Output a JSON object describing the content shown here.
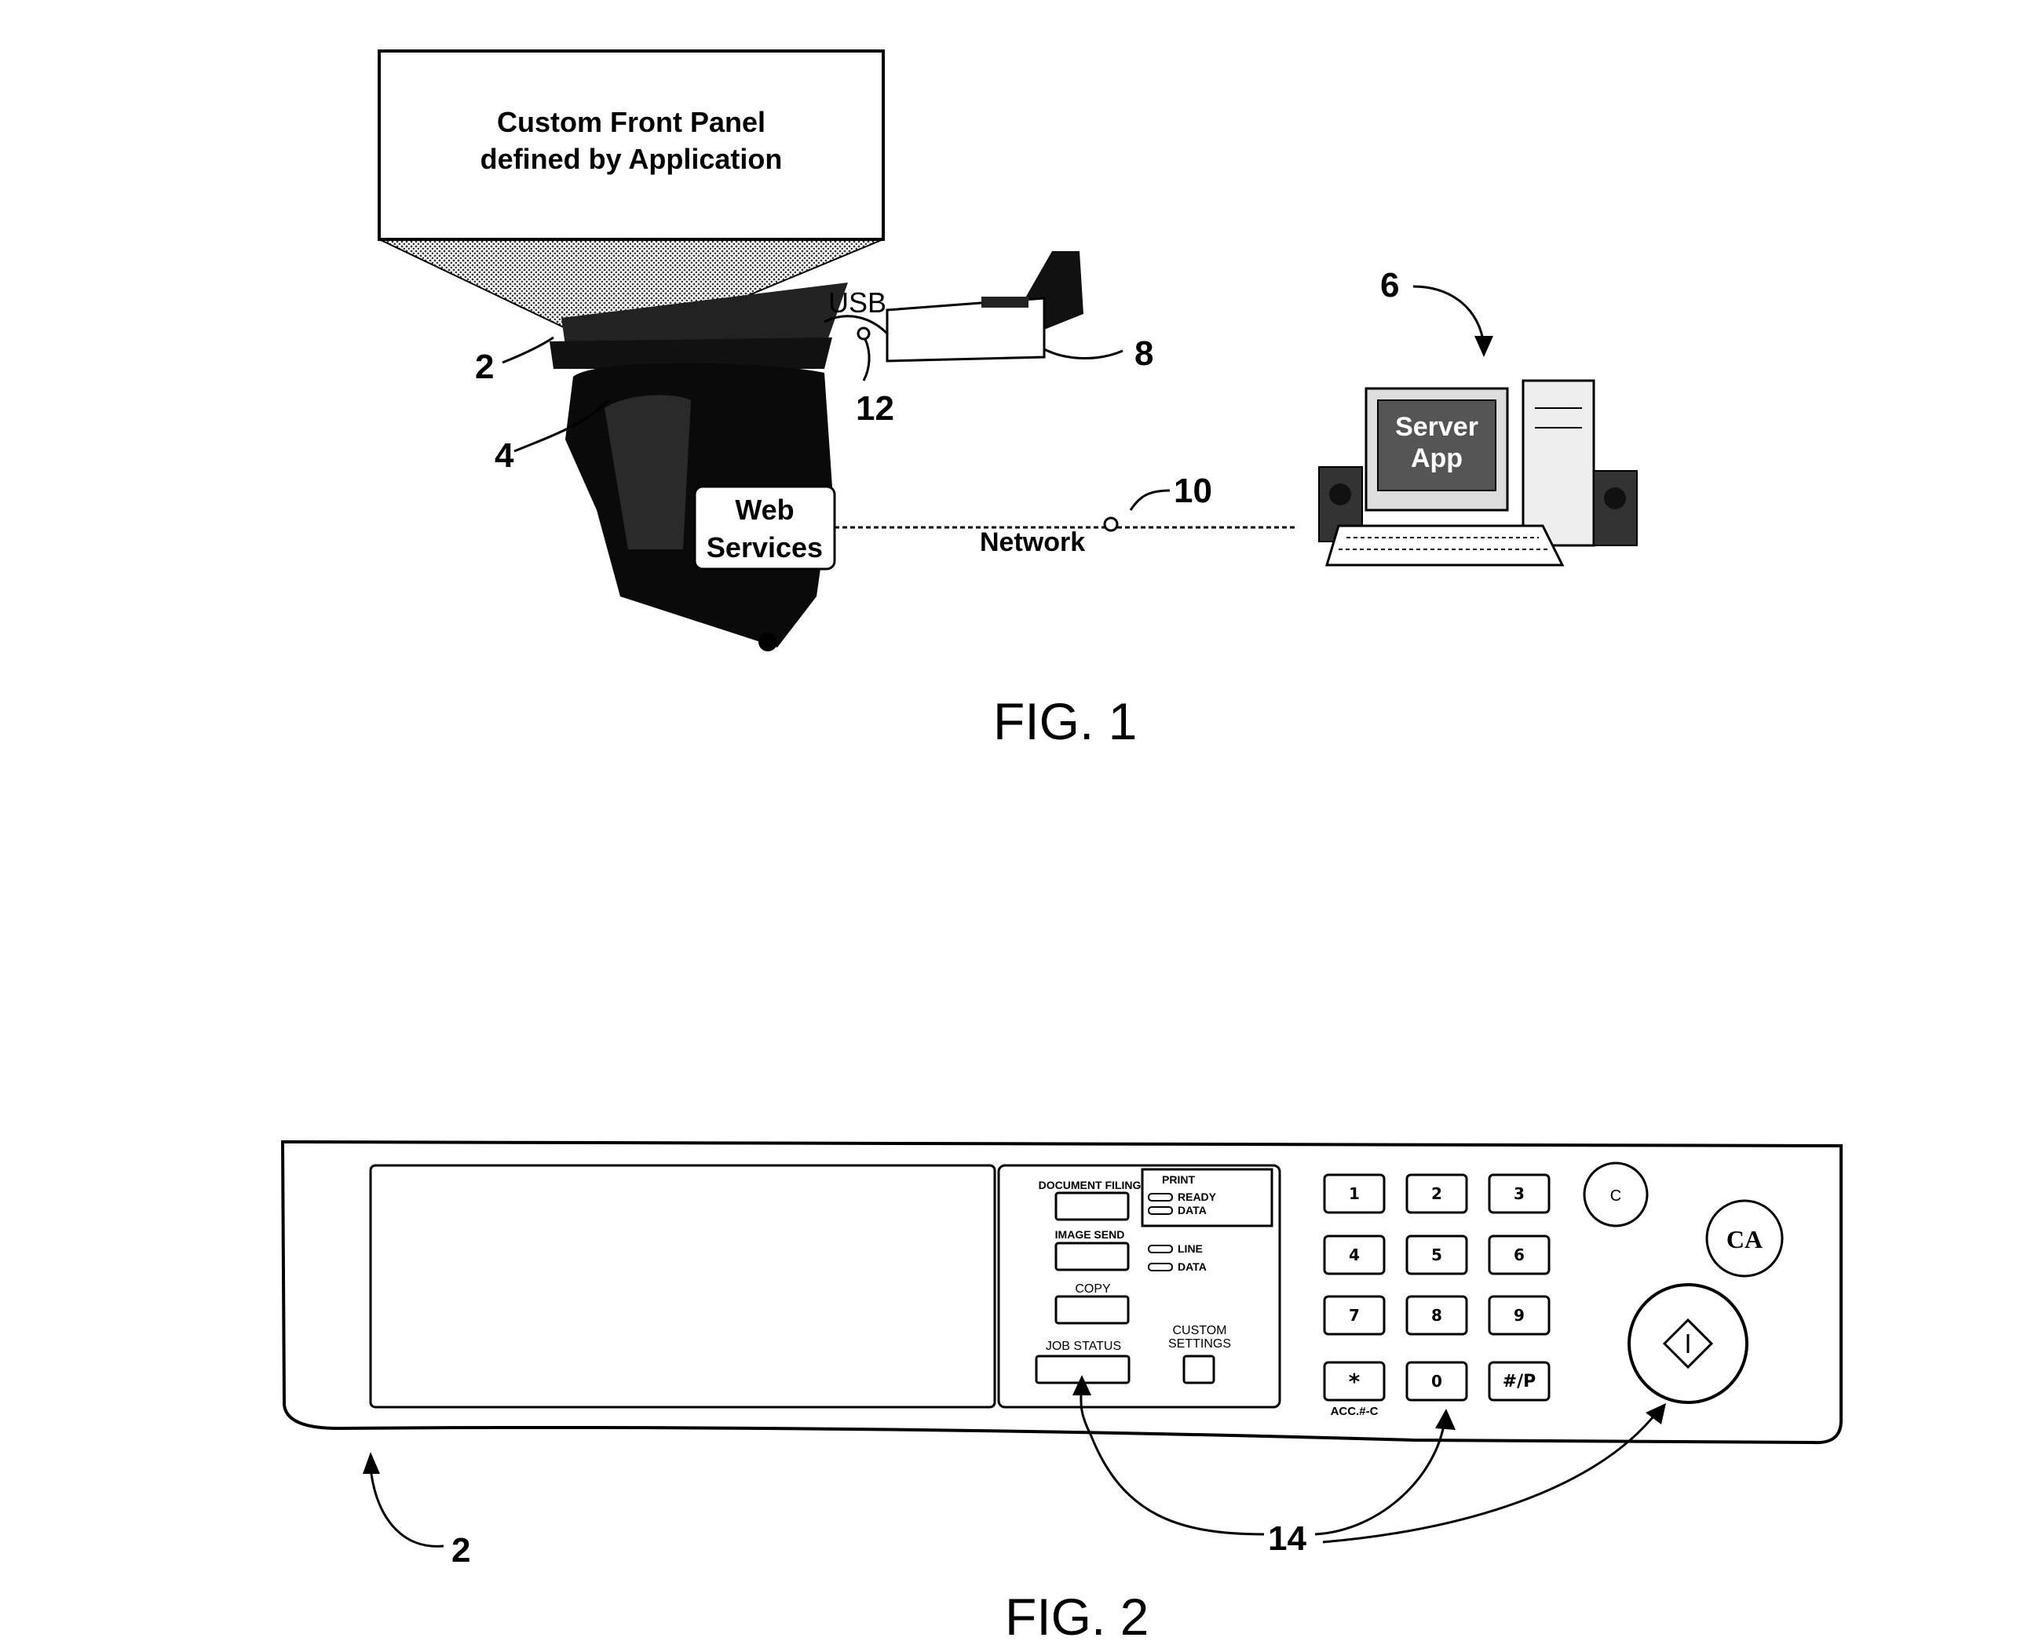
{
  "fig1": {
    "custom_panel": {
      "line1": "Custom Front Panel",
      "line2": "defined by Application"
    },
    "usb_label": "USB",
    "web_services": {
      "line1": "Web",
      "line2": "Services"
    },
    "network_label": "Network",
    "server_app": {
      "line1": "Server",
      "line2": "App"
    },
    "refs": {
      "panel": "2",
      "mfp": "4",
      "server": "6",
      "usb_device": "8",
      "network": "10",
      "usb_port": "12"
    },
    "caption": "FIG. 1"
  },
  "fig2": {
    "buttons": {
      "document_filing": "DOCUMENT FILING",
      "image_send": "IMAGE SEND",
      "copy": "COPY",
      "job_status": "JOB STATUS",
      "custom_settings_1": "CUSTOM",
      "custom_settings_2": "SETTINGS"
    },
    "print_box": {
      "title": "PRINT",
      "ready": "READY",
      "data": "DATA"
    },
    "line_data": {
      "line": "LINE",
      "data": "DATA"
    },
    "keypad": [
      "1",
      "2",
      "3",
      "4",
      "5",
      "6",
      "7",
      "8",
      "9",
      "*",
      "0",
      "#/P"
    ],
    "acc_label": "ACC.#-C",
    "clear": "C",
    "clear_all": "CA",
    "refs": {
      "panel": "2",
      "inputs": "14"
    },
    "caption": "FIG. 2"
  }
}
